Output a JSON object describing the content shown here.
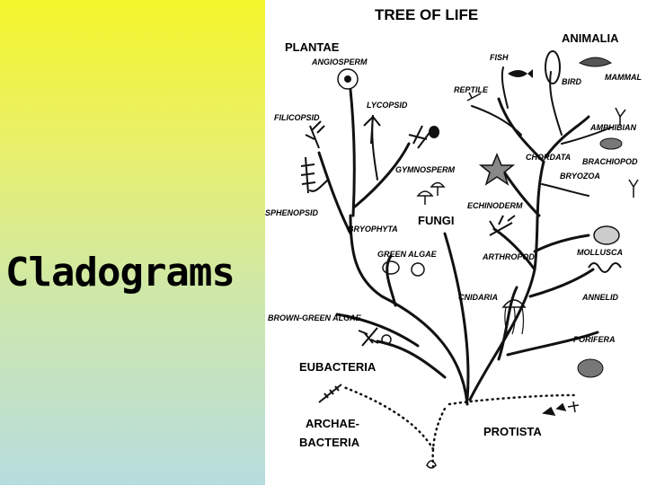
{
  "slide": {
    "title": "Cladograms"
  },
  "tree": {
    "title": "TREE OF LIFE",
    "groups": {
      "plantae": "PLANTAE",
      "animalia": "ANIMALIA",
      "fungi": "FUNGI",
      "eubacteria": "EUBACTERIA",
      "archaebacteria_line1": "ARCHAE-",
      "archaebacteria_line2": "BACTERIA",
      "protista": "PROTISTA"
    },
    "labels": {
      "angiosperm": "ANGIOSPERM",
      "lycopsid": "LYCOPSID",
      "filicopsid": "FILICOPSID",
      "gymnosperm": "GYMNOSPERM",
      "sphenopsid": "SPHENOPSID",
      "bryophyta": "BRYOPHYTA",
      "green_algae": "GREEN ALGAE",
      "brown_green_algae": "BROWN-GREEN ALGAE",
      "fish": "FISH",
      "bird": "BIRD",
      "mammal": "MAMMAL",
      "reptile": "REPTILE",
      "amphibian": "AMPHIBIAN",
      "chordata": "CHORDATA",
      "brachiopod": "BRACHIOPOD",
      "bryozoa": "BRYOZOA",
      "echinoderm": "ECHINODERM",
      "arthropod": "ARTHROPOD",
      "mollusca": "MOLLUSCA",
      "cnidaria": "CNIDARIA",
      "annelid": "ANNELID",
      "porifera": "PORIFERA"
    }
  }
}
